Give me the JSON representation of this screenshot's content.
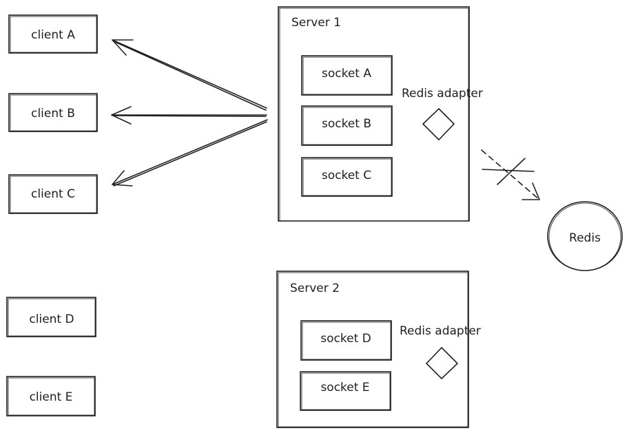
{
  "clients": [
    {
      "id": "a",
      "label": "client A"
    },
    {
      "id": "b",
      "label": "client B"
    },
    {
      "id": "c",
      "label": "client C"
    },
    {
      "id": "d",
      "label": "client D"
    },
    {
      "id": "e",
      "label": "client E"
    }
  ],
  "servers": [
    {
      "id": "1",
      "title": "Server 1",
      "adapter_label": "Redis adapter",
      "sockets": [
        "socket A",
        "socket B",
        "socket C"
      ]
    },
    {
      "id": "2",
      "title": "Server 2",
      "adapter_label": "Redis adapter",
      "sockets": [
        "socket D",
        "socket E"
      ]
    }
  ],
  "redis": {
    "label": "Redis"
  }
}
